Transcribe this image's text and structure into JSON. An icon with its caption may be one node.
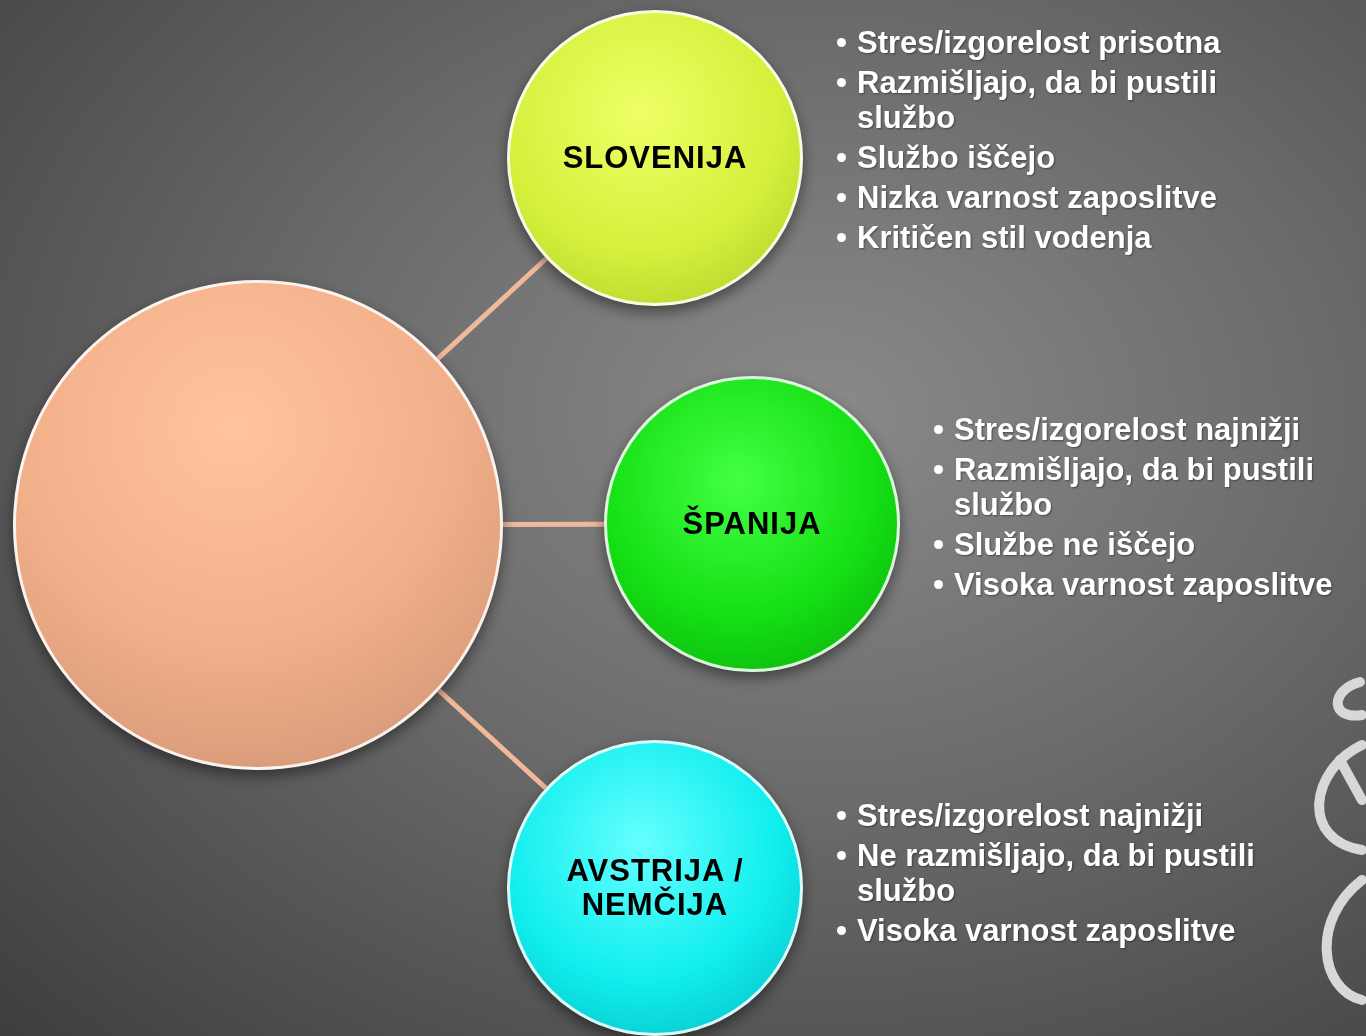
{
  "diagram": {
    "nodes": [
      {
        "text": [],
        "shape": "circle"
      },
      {
        "text": [
          "SLOVENIJA"
        ],
        "beside": [
          "Stres/izgorelost prisotna",
          "Razmišljajo, da bi pustili službo",
          "Službo iščejo",
          "Nizka varnost zaposlitve",
          "Kritičen stil vodenja"
        ]
      },
      {
        "text": [
          "ŠPANIJA"
        ],
        "beside": [
          "Stres/izgorelost najnižji",
          "Razmišljajo, da bi pustili službo",
          "Službe ne iščejo",
          "Visoka varnost zaposlitve"
        ]
      },
      {
        "text": [
          "AVSTRIJA / NEMČIJA"
        ],
        "beside": [
          "Stres/izgorelost najnižji",
          "Ne razmišljajo, da bi pustili službo",
          "Visoka varnost zaposlitve"
        ]
      }
    ],
    "edges": [
      {
        "from": 0,
        "to": 1,
        "arrow": "none"
      },
      {
        "from": 0,
        "to": 2,
        "arrow": "none"
      },
      {
        "from": 0,
        "to": 3,
        "arrow": "none"
      }
    ]
  }
}
